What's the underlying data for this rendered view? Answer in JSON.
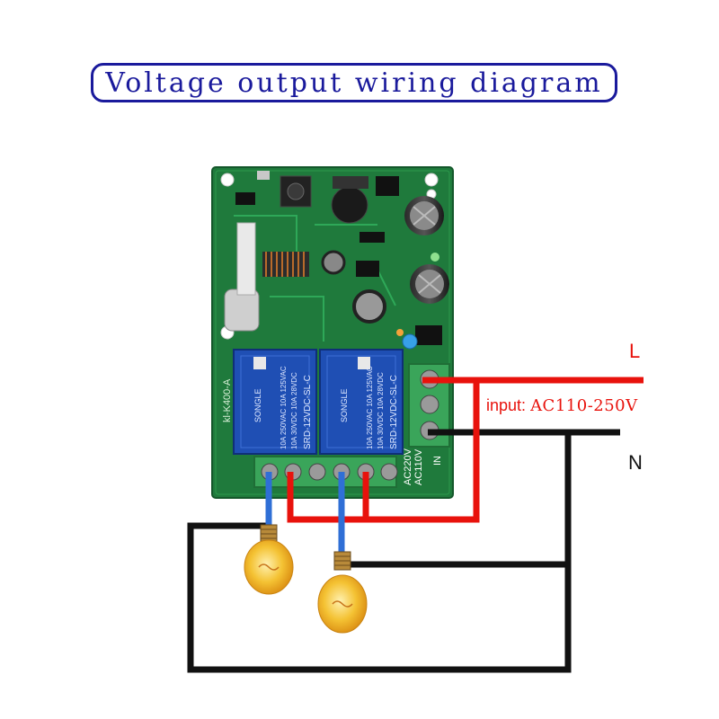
{
  "title": "Voltage output wiring diagram",
  "labels": {
    "live": "L",
    "neutral": "N",
    "input_prefix": "input:",
    "input_voltage": "AC110-250V"
  },
  "board": {
    "model": "kl-K400-A",
    "terminal_voltage_top": "AC220V",
    "terminal_voltage_bottom": "AC110V",
    "terminal_in": "IN",
    "relays": [
      {
        "brand": "SONGLE",
        "model": "SRD-12VDC-SL-C",
        "rating_1": "10A 250VAC  10A 125VAC",
        "rating_2": "10A 30VDC   10A 28VDC"
      },
      {
        "brand": "SONGLE",
        "model": "SRD-12VDC-SL-C",
        "rating_1": "10A 250VAC  10A 125VAC",
        "rating_2": "10A 30VDC   10A 28VDC"
      }
    ]
  },
  "colors": {
    "title": "#1a1a9c",
    "live_wire": "#e8120c",
    "neutral_wire": "#111111",
    "lamp_wire": "#2f6fd6",
    "pcb": "#1f7a3c",
    "relay": "#1f4fb4",
    "terminal": "#3aa55a",
    "bulb": "#f0b41e"
  }
}
